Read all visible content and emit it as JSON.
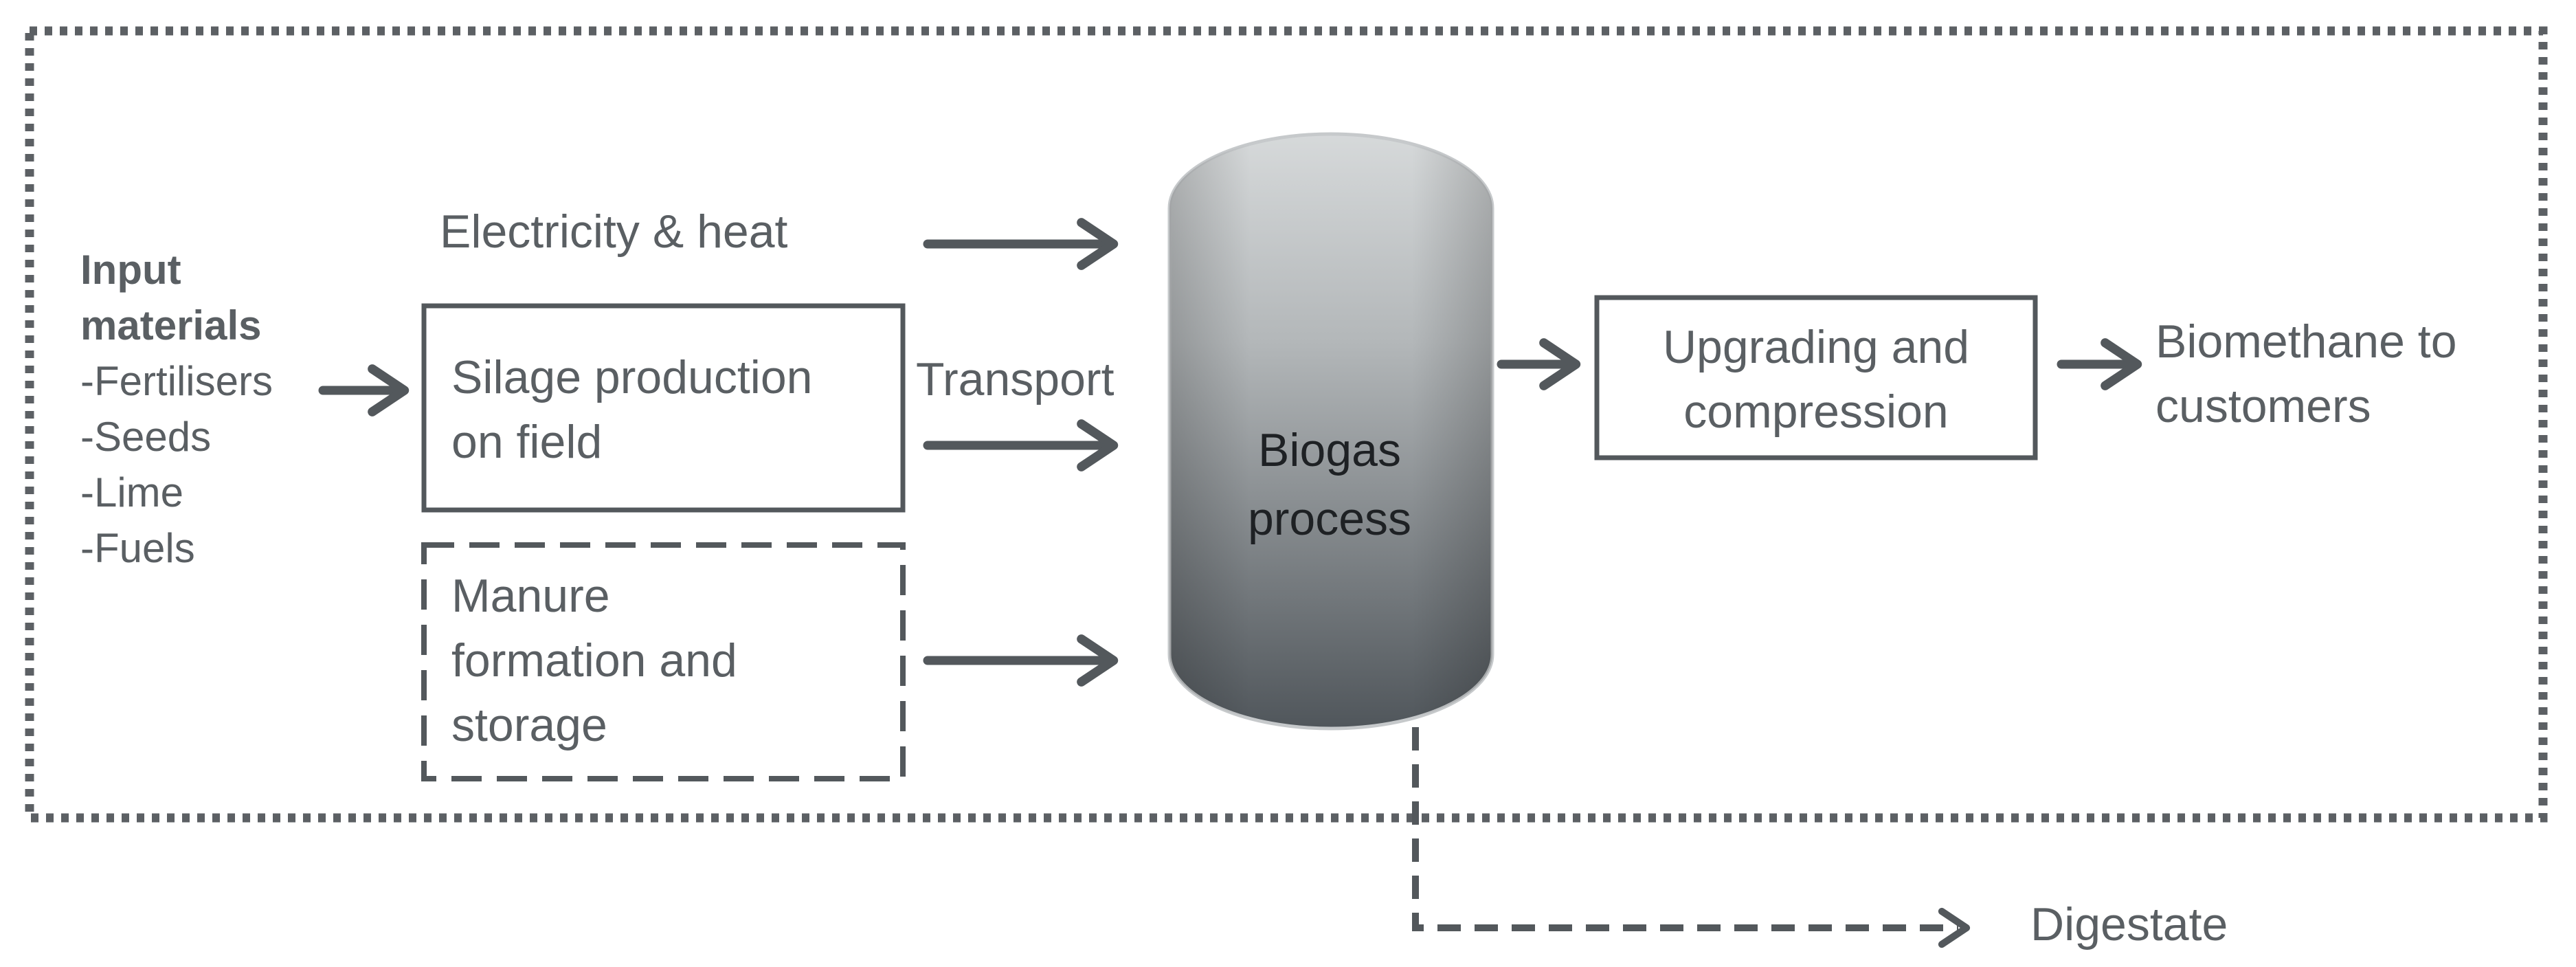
{
  "input_materials": {
    "title_line1": "Input",
    "title_line2": "materials",
    "items": [
      "-Fertilisers",
      "-Seeds",
      "-Lime",
      "-Fuels"
    ]
  },
  "labels": {
    "electricity_heat": "Electricity & heat",
    "transport": "Transport",
    "digestate": "Digestate",
    "biomethane_line1": "Biomethane to",
    "biomethane_line2": "customers"
  },
  "boxes": {
    "silage": [
      "Silage production",
      "on field"
    ],
    "manure": [
      "Manure",
      "formation and",
      "storage"
    ],
    "upgrading": [
      "Upgrading and",
      "compression"
    ]
  },
  "tank": {
    "label_line1": "Biogas",
    "label_line2": "process"
  },
  "colors": {
    "stroke": "#53585c",
    "text": "#5a5f63",
    "tank_top": "#d4d7d8",
    "tank_bottom": "#545a5f",
    "tank_label": "#1e2124"
  }
}
